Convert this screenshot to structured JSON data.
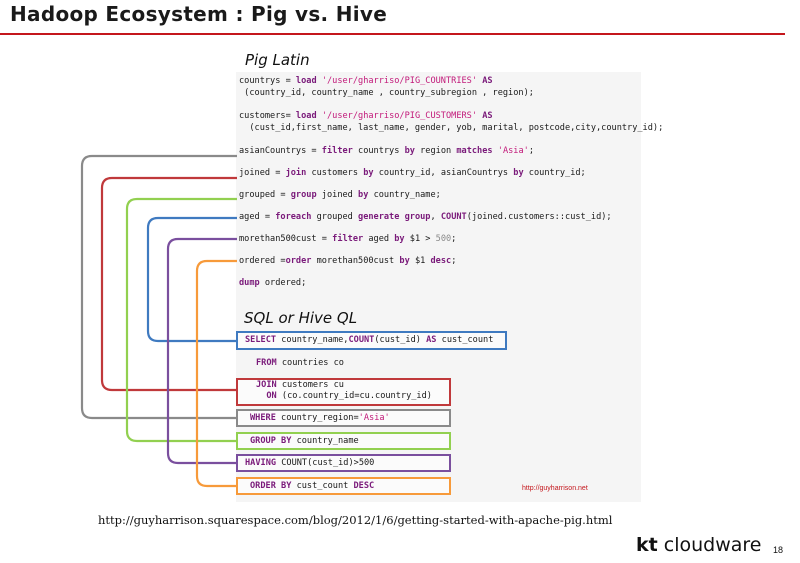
{
  "slide": {
    "title": "Hadoop Ecosystem : Pig vs. Hive",
    "page_number": "18"
  },
  "pig": {
    "heading": "Pig Latin",
    "lines": [
      [
        {
          "t": "countrys = "
        },
        {
          "t": "load",
          "k": "kw"
        },
        {
          "t": " "
        },
        {
          "t": "'/user/gharriso/PIG_COUNTRIES'",
          "k": "str"
        },
        {
          "t": " "
        },
        {
          "t": "AS",
          "k": "kw"
        }
      ],
      [
        {
          "t": " (country_id, country_name , country_subregion , region);"
        }
      ],
      [
        {
          "t": "customers= "
        },
        {
          "t": "load",
          "k": "kw"
        },
        {
          "t": " "
        },
        {
          "t": "'/user/gharriso/PIG_CUSTOMERS'",
          "k": "str"
        },
        {
          "t": " "
        },
        {
          "t": "AS",
          "k": "kw"
        }
      ],
      [
        {
          "t": "  (cust_id,first_name, last_name, gender, yob, marital, postcode,city,country_id);"
        }
      ],
      [
        {
          "t": "asianCountrys = "
        },
        {
          "t": "filter",
          "k": "kw"
        },
        {
          "t": " countrys "
        },
        {
          "t": "by",
          "k": "kw"
        },
        {
          "t": " region "
        },
        {
          "t": "matches",
          "k": "kw"
        },
        {
          "t": " "
        },
        {
          "t": "'Asia'",
          "k": "str"
        },
        {
          "t": ";"
        }
      ],
      [
        {
          "t": "joined = "
        },
        {
          "t": "join",
          "k": "kw"
        },
        {
          "t": " customers "
        },
        {
          "t": "by",
          "k": "kw"
        },
        {
          "t": " country_id, asianCountrys "
        },
        {
          "t": "by",
          "k": "kw"
        },
        {
          "t": " country_id;"
        }
      ],
      [
        {
          "t": "grouped = "
        },
        {
          "t": "group",
          "k": "kw"
        },
        {
          "t": " joined "
        },
        {
          "t": "by",
          "k": "kw"
        },
        {
          "t": " country_name;"
        }
      ],
      [
        {
          "t": "aged = "
        },
        {
          "t": "foreach",
          "k": "kw"
        },
        {
          "t": " grouped "
        },
        {
          "t": "generate",
          "k": "kw"
        },
        {
          "t": " "
        },
        {
          "t": "group",
          "k": "kw"
        },
        {
          "t": ", "
        },
        {
          "t": "COUNT",
          "k": "kw"
        },
        {
          "t": "(joined.customers::cust_id);"
        }
      ],
      [
        {
          "t": "morethan500cust = "
        },
        {
          "t": "filter",
          "k": "kw"
        },
        {
          "t": " aged "
        },
        {
          "t": "by",
          "k": "kw"
        },
        {
          "t": " $1 > "
        },
        {
          "t": "500",
          "k": "num"
        },
        {
          "t": ";"
        }
      ],
      [
        {
          "t": "ordered ="
        },
        {
          "t": "order",
          "k": "kw"
        },
        {
          "t": " morethan500cust "
        },
        {
          "t": "by",
          "k": "kw"
        },
        {
          "t": " $1 "
        },
        {
          "t": "desc",
          "k": "kw"
        },
        {
          "t": ";"
        }
      ],
      [
        {
          "t": "dump",
          "k": "kw"
        },
        {
          "t": " ordered;"
        }
      ]
    ]
  },
  "sql": {
    "heading": "SQL or Hive QL",
    "lines": [
      [
        {
          "t": "SELECT",
          "k": "kw"
        },
        {
          "t": " country_name,"
        },
        {
          "t": "COUNT",
          "k": "kw"
        },
        {
          "t": "(cust_id) "
        },
        {
          "t": "AS",
          "k": "kw"
        },
        {
          "t": " cust_count"
        }
      ],
      [
        {
          "t": "FROM",
          "k": "kw"
        },
        {
          "t": " countries co"
        }
      ],
      [
        {
          "t": "JOIN",
          "k": "kw"
        },
        {
          "t": " customers cu"
        }
      ],
      [
        {
          "t": "  "
        },
        {
          "t": "ON",
          "k": "kw"
        },
        {
          "t": " (co.country_id=cu.country_id)"
        }
      ],
      [
        {
          "t": "WHERE",
          "k": "kw"
        },
        {
          "t": " country_region="
        },
        {
          "t": "'Asia'",
          "k": "str"
        }
      ],
      [
        {
          "t": "GROUP BY",
          "k": "kw"
        },
        {
          "t": " country_name"
        }
      ],
      [
        {
          "t": "HAVING",
          "k": "kw"
        },
        {
          "t": " COUNT(cust_id)>500"
        }
      ],
      [
        {
          "t": "ORDER BY",
          "k": "kw"
        },
        {
          "t": " cust_count "
        },
        {
          "t": "DESC",
          "k": "kw"
        }
      ]
    ]
  },
  "connectors": {
    "colors": {
      "select": "#3f7ac0",
      "join": "#c0393b",
      "where": "#8a8a8a",
      "group": "#92d050",
      "having": "#7a4f9e",
      "order": "#f79a3a"
    }
  },
  "credit": "http://guyharrison.net",
  "reference_url": "http://guyharrison.squarespace.com/blog/2012/1/6/getting-started-with-apache-pig.html",
  "logo": {
    "kt": "kt",
    "cloudware": "cloudware"
  }
}
